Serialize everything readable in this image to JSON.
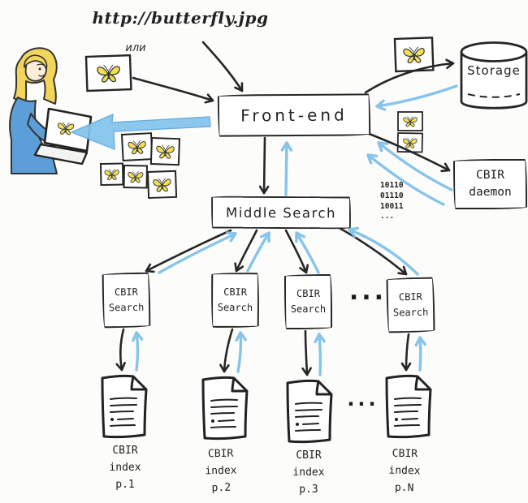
{
  "header": {
    "url": "http://butterfly.jpg",
    "or": "или"
  },
  "nodes": {
    "front_end": {
      "label": "Front-end"
    },
    "middle_search": {
      "label": "Middle Search"
    },
    "storage": {
      "label": "Storage"
    },
    "cbir_daemon": {
      "line1": "CBIR",
      "line2": "daemon"
    }
  },
  "search_nodes": [
    {
      "line1": "CBIR",
      "line2": "Search"
    },
    {
      "line1": "CBIR",
      "line2": "Search"
    },
    {
      "line1": "CBIR",
      "line2": "Search"
    },
    {
      "line1": "CBIR",
      "line2": "Search"
    }
  ],
  "index_labels": [
    {
      "line1": "CBIR",
      "line2": "index",
      "line3": "p.1"
    },
    {
      "line1": "CBIR",
      "line2": "index",
      "line3": "p.2"
    },
    {
      "line1": "CBIR",
      "line2": "index",
      "line3": "p.3"
    },
    {
      "line1": "CBIR",
      "line2": "index",
      "line3": "p.N"
    }
  ],
  "daemon_binary": {
    "line1": "10110",
    "line2": "01110",
    "line3": "10011",
    "line4": "..."
  },
  "ellipsis": {
    "search_row": "...",
    "index_row": "..."
  },
  "icons": {
    "butterfly": "yellow-butterfly-sketch",
    "document": "paper-sheet-sketch",
    "storage": "database-cylinder-sketch",
    "user": "person-with-laptop-sketch"
  },
  "colors": {
    "ink": "#262626",
    "response_blue": "#7ec0ea",
    "butterfly_yellow": "#f4df52",
    "shirt_blue": "#5c9fd8"
  }
}
